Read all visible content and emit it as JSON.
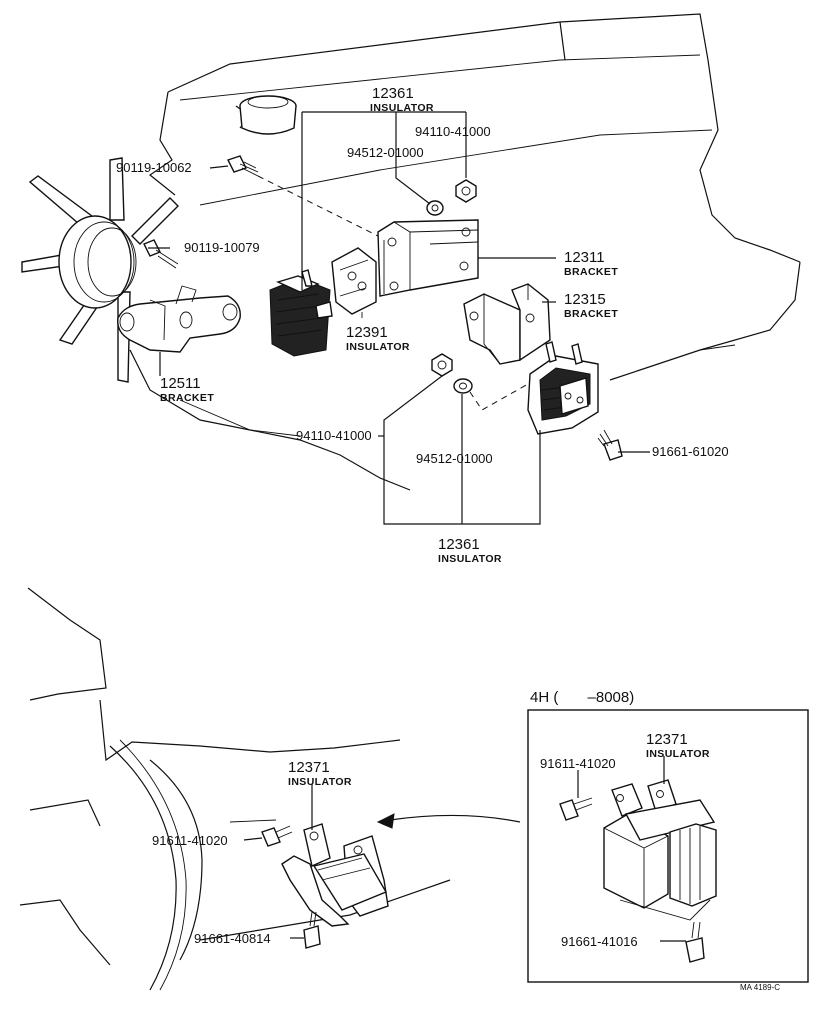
{
  "labels": {
    "p12361_top": "12361",
    "p12361_top_name": "INSULATOR",
    "p94110_top": "94110-41000",
    "p94512_top": "94512-01000",
    "p90119_10062": "90119-10062",
    "p90119_10079": "90119-10079",
    "p12311": "12311",
    "p12311_name": "BRACKET",
    "p12315": "12315",
    "p12315_name": "BRACKET",
    "p12391": "12391",
    "p12391_name": "INSULATOR",
    "p12511": "12511",
    "p12511_name": "BRACKET",
    "p94110_bot": "94110-41000",
    "p94512_bot": "94512-01000",
    "p91661_61020": "91661-61020",
    "p12361_bot": "12361",
    "p12361_bot_name": "INSULATOR",
    "p12371_main": "12371",
    "p12371_main_name": "INSULATOR",
    "p91611_main": "91611-41020",
    "p91661_40814": "91661-40814",
    "inset_title": "4H (       –8008)",
    "p12371_inset": "12371",
    "p12371_inset_name": "INSULATOR",
    "p91611_inset": "91611-41020",
    "p91661_41016": "91661-41016",
    "ref_code": "MA  4189-C"
  }
}
